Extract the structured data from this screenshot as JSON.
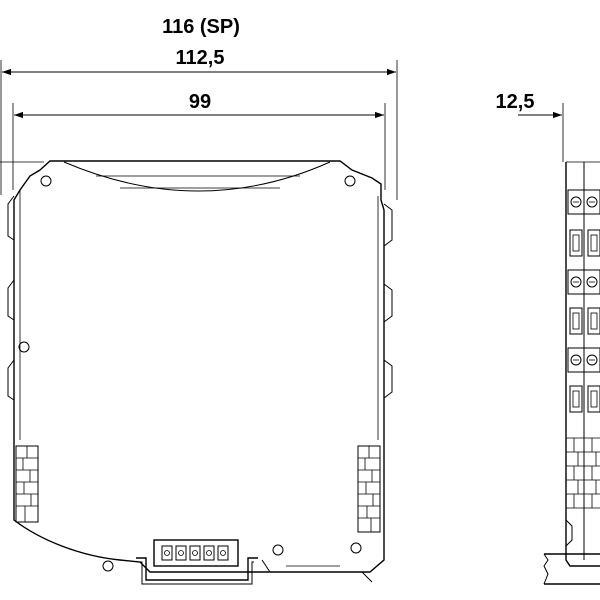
{
  "dimensions": {
    "overall_width_sp": "116 (SP)",
    "overall_width": "112,5",
    "body_width": "99",
    "module_width": "12,5"
  }
}
